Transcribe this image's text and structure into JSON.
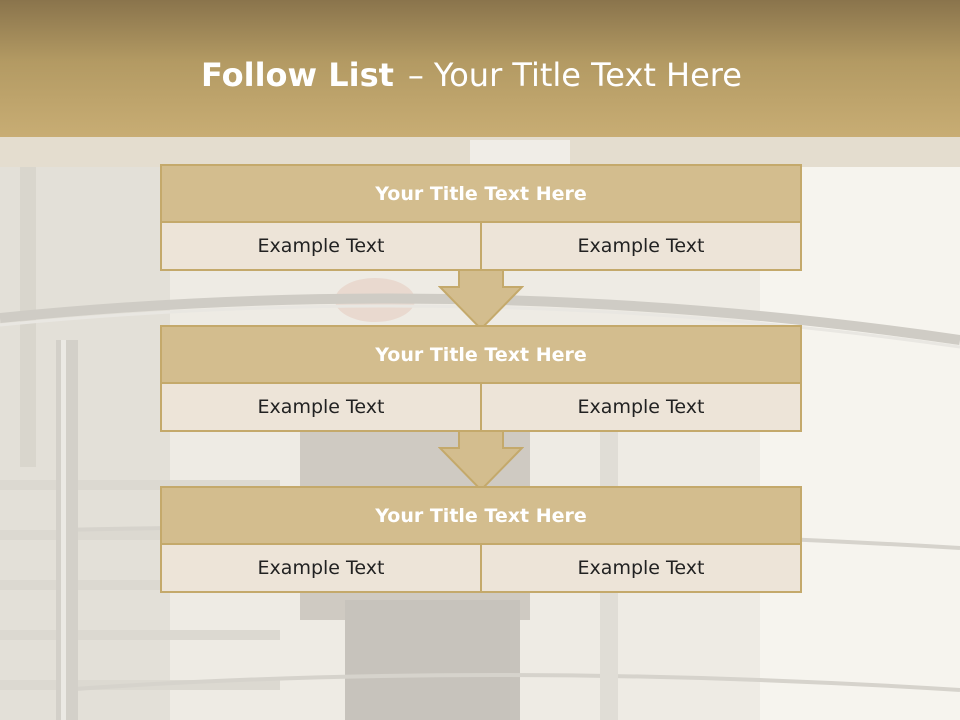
{
  "slide": {
    "title_bold": "Follow List",
    "title_separator": "–",
    "title_rest": "Your Title Text Here"
  },
  "blocks": [
    {
      "title": "Your Title Text Here",
      "left": "Example Text",
      "right": "Example Text"
    },
    {
      "title": "Your Title Text Here",
      "left": "Example Text",
      "right": "Example Text"
    },
    {
      "title": "Your Title Text Here",
      "left": "Example Text",
      "right": "Example Text"
    }
  ],
  "colors": {
    "header_band": "#b39a63",
    "block_border": "#c4a96b",
    "block_title_fill": "#d3bd8e",
    "block_cell_fill": "#ede4d8",
    "arrow_fill": "#d3bd8e"
  }
}
